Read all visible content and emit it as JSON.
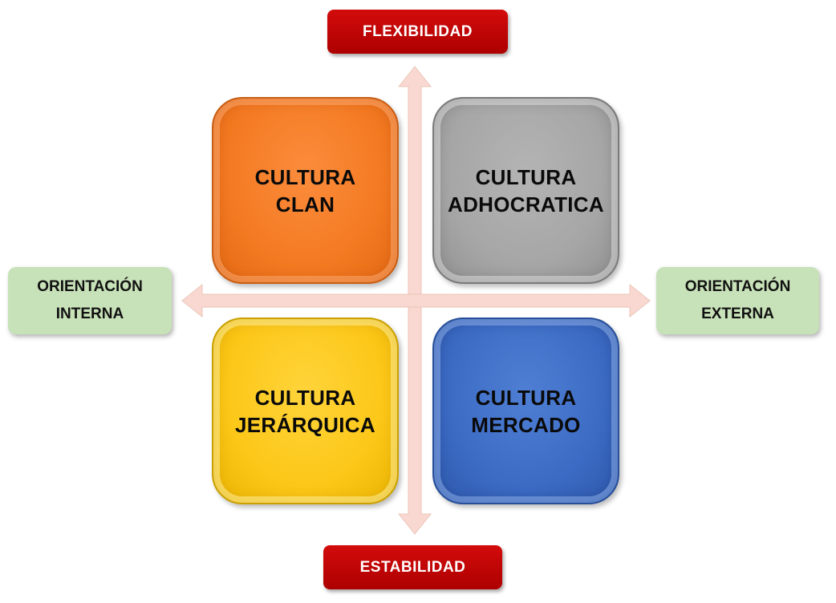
{
  "axes": {
    "top": "FLEXIBILIDAD",
    "bottom": "ESTABILIDAD",
    "left": "ORIENTACIÓN\nINTERNA",
    "right": "ORIENTACIÓN\nEXTERNA"
  },
  "quadrants": {
    "top_left": "CULTURA\nCLAN",
    "top_right": "CULTURA\nADHOCRATICA",
    "bottom_left": "CULTURA\nJERÁRQUICA",
    "bottom_right": "CULTURA\nMERCADO"
  },
  "colors": {
    "axis_label_top_bottom": "#c00000",
    "axis_label_left_right": "#c7e1b8",
    "arrow": "#f8d8d0",
    "clan": "#f47a22",
    "adhocratica": "#a6a6a6",
    "jerarquica": "#fcc718",
    "mercado": "#3c6bc4"
  }
}
